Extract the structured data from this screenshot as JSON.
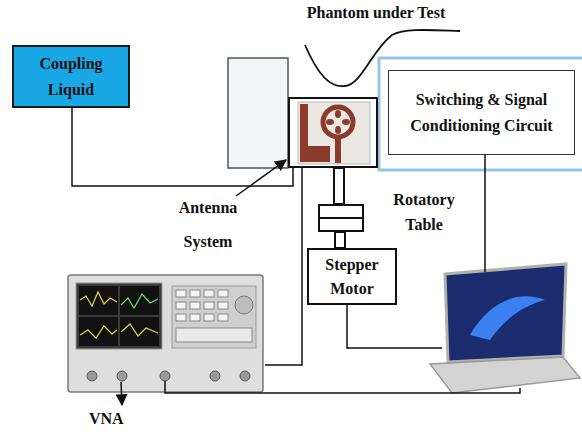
{
  "diagram": {
    "nodes": [
      {
        "text": [
          "Coupling Liquid"
        ]
      },
      {
        "text": [
          "Antenna System"
        ]
      },
      {
        "text": [
          "Switching & Signal Conditioning Circuit"
        ]
      },
      {
        "text": [
          "Rotatory Table"
        ]
      },
      {
        "text": [
          "Stepper Motor"
        ]
      },
      {
        "text": [
          "VNA"
        ]
      }
    ],
    "edges": [
      {
        "from": 0,
        "to": 1,
        "arrow": "none"
      },
      {
        "from": 1,
        "to": 3,
        "arrow": "none"
      },
      {
        "from": 3,
        "to": 4,
        "arrow": "none"
      },
      {
        "from": 5,
        "to": 1,
        "arrow": "none"
      }
    ],
    "labels": [
      "Phantom under Test"
    ]
  }
}
